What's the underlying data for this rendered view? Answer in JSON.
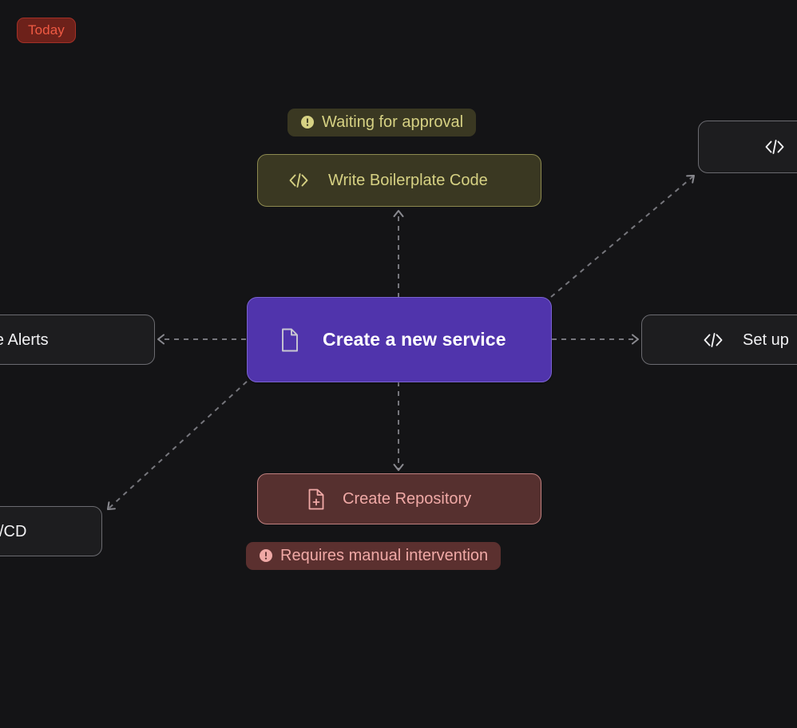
{
  "canvas": {
    "background": "#141416",
    "today_chip": {
      "label": "Today",
      "text_color": "#f05a43",
      "bg_color": "#6d211a",
      "border_color": "#a33127"
    }
  },
  "nodes": [
    {
      "id": "write-boilerplate-code",
      "label": "Write Boilerplate Code",
      "icon": "code-icon",
      "state": "pending",
      "accent": "#d6d183",
      "bg": "#3a3822"
    },
    {
      "id": "code-node-top-right",
      "label": "",
      "icon": "code-icon",
      "state": "neutral",
      "accent": "#f2f2f4",
      "bg": "#1d1d1f",
      "clipped": "right"
    },
    {
      "id": "configure-alerts",
      "label": "figure Alerts",
      "icon": "",
      "state": "neutral",
      "accent": "#f2f2f4",
      "bg": "#1d1d1f",
      "clipped": "left"
    },
    {
      "id": "create-a-new-service",
      "label": "Create a new service",
      "icon": "file-icon",
      "state": "primary",
      "accent": "#ffffff",
      "bg": "#5034ac"
    },
    {
      "id": "set-up",
      "label": "Set up",
      "icon": "code-icon",
      "state": "neutral",
      "accent": "#f2f2f4",
      "bg": "#1d1d1f",
      "clipped": "right"
    },
    {
      "id": "ci-cd",
      "label": "/CD",
      "icon": "",
      "state": "neutral",
      "accent": "#f2f2f4",
      "bg": "#1d1d1f",
      "clipped": "left"
    },
    {
      "id": "create-repository",
      "label": "Create Repository",
      "icon": "file-plus-icon",
      "state": "blocked",
      "accent": "#f0a9a6",
      "bg": "#56302f"
    }
  ],
  "badges": [
    {
      "id": "waiting-for-approval",
      "label": "Waiting for approval",
      "icon": "alert-circle-icon",
      "state": "pending",
      "text_color": "#d6d183",
      "bg": "#3a3822"
    },
    {
      "id": "requires-manual-intervention",
      "label": "Requires manual intervention",
      "icon": "alert-circle-icon",
      "state": "blocked",
      "text_color": "#f0a9a6",
      "bg": "#5b302f"
    }
  ],
  "edges": [
    {
      "id": "service-to-boilerplate",
      "from": "create-a-new-service",
      "to": "write-boilerplate-code",
      "style": "dashed",
      "direction": "up"
    },
    {
      "id": "service-to-code-top-right",
      "from": "create-a-new-service",
      "to": "code-node-top-right",
      "style": "dashed",
      "direction": "up-right"
    },
    {
      "id": "service-to-configure-alerts",
      "from": "create-a-new-service",
      "to": "configure-alerts",
      "style": "dashed",
      "direction": "left"
    },
    {
      "id": "service-to-set-up",
      "from": "create-a-new-service",
      "to": "set-up",
      "style": "dashed",
      "direction": "right"
    },
    {
      "id": "service-to-ci-cd",
      "from": "create-a-new-service",
      "to": "ci-cd",
      "style": "dashed",
      "direction": "down-left"
    },
    {
      "id": "service-to-create-repository",
      "from": "create-a-new-service",
      "to": "create-repository",
      "style": "dashed",
      "direction": "down"
    }
  ],
  "edge_style": {
    "color": "#76767c",
    "dash": "6 6",
    "width": 2
  }
}
